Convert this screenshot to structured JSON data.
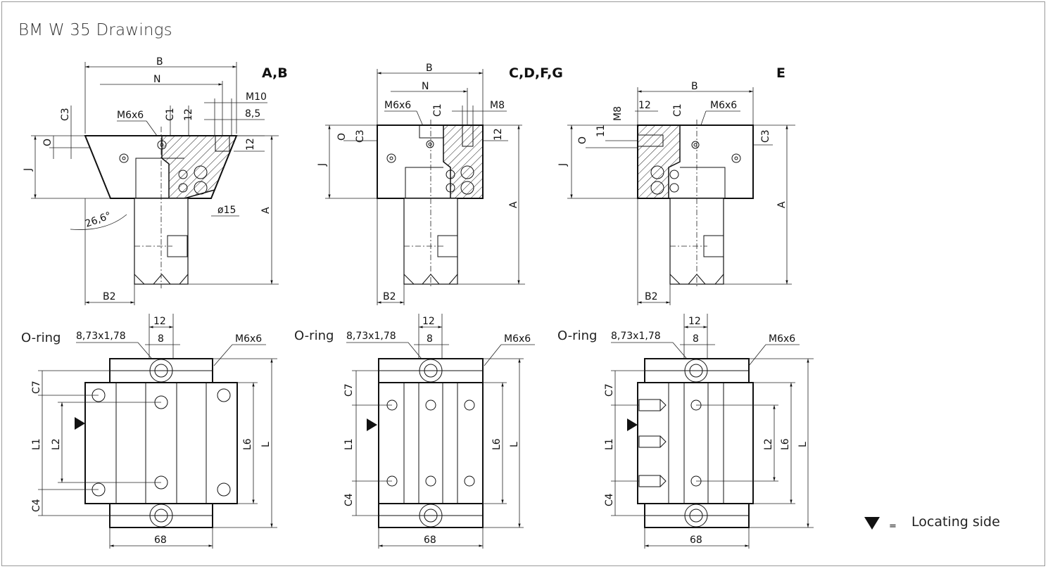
{
  "title": "BM W 35 Drawings",
  "variants": [
    "A,B",
    "C,D,F,G",
    "E"
  ],
  "dimensions": {
    "B": "B",
    "N": "N",
    "C3": "C3",
    "C1": "C1",
    "O": "O",
    "J": "J",
    "A": "A",
    "B2": "B2",
    "M6x6": "M6x6",
    "M10": "M10",
    "M8": "M8",
    "d85": "8,5",
    "d12": "12",
    "d11": "11",
    "phi15": "ø15",
    "angle": "26,6°"
  },
  "plan": {
    "oring_label": "O-ring",
    "oring_size": "8,73x1,78",
    "d12": "12",
    "d8": "8",
    "thread": "M6x6",
    "width": "68",
    "C7": "C7",
    "C4": "C4",
    "L1": "L1",
    "L2": "L2",
    "L6": "L6",
    "L": "L"
  },
  "legend": {
    "symbol": "▼",
    "equals": "=",
    "text": "Locating side"
  },
  "colors": {
    "line": "#111111",
    "frame": "#9a9a9a",
    "title": "#333333"
  },
  "icons": [
    "locating-side-triangle-icon"
  ]
}
